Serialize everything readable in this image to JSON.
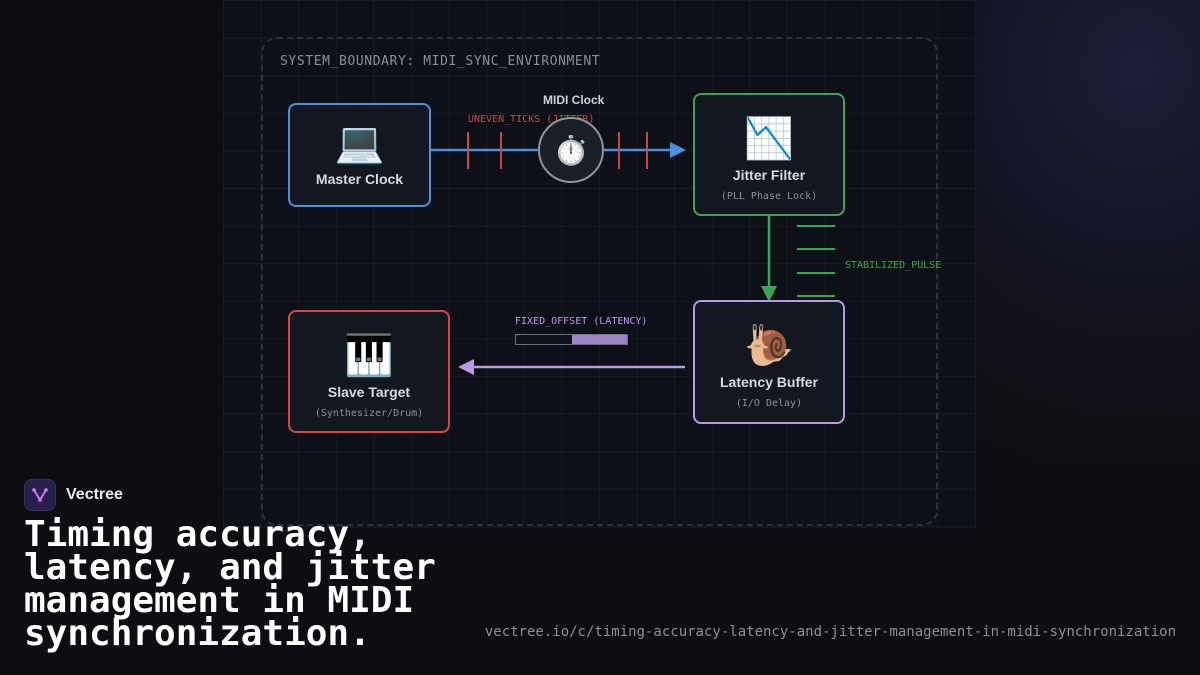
{
  "diagram": {
    "boundary_label": "SYSTEM_BOUNDARY: MIDI_SYNC_ENVIRONMENT",
    "nodes": {
      "master": {
        "icon": "💻",
        "icon_name": "laptop-icon",
        "title": "Master Clock",
        "color": "#4a8fe0"
      },
      "jitter": {
        "icon": "📉",
        "icon_name": "chart-decreasing-icon",
        "title": "Jitter Filter",
        "subtitle": "(PLL Phase Lock)",
        "color": "#3aa655"
      },
      "latency": {
        "icon": "🐌",
        "icon_name": "snail-icon",
        "title": "Latency Buffer",
        "subtitle": "(I/O Delay)",
        "color": "#b99ae8"
      },
      "slave": {
        "icon": "🎹",
        "icon_name": "piano-keyboard-icon",
        "title": "Slave Target",
        "subtitle": "(Synthesizer/Drum)",
        "color": "#d9463f"
      }
    },
    "midi_clock": {
      "label": "MIDI Clock",
      "icon": "⏱️",
      "icon_name": "stopwatch-icon"
    },
    "edge_labels": {
      "uneven_ticks": "UNEVEN_TICKS (JITTER)",
      "stabilized_pulse": "STABILIZED_PULSE",
      "fixed_offset": "FIXED_OFFSET (LATENCY)"
    },
    "offset_bar_fill_fraction": 0.5
  },
  "brand": {
    "name": "Vectree",
    "logo_icon": "vectree-logo-icon"
  },
  "headline": "Timing accuracy, latency, and jitter management in MIDI synchronization.",
  "url": "vectree.io/c/timing-accuracy-latency-and-jitter-management-in-midi-synchronization"
}
